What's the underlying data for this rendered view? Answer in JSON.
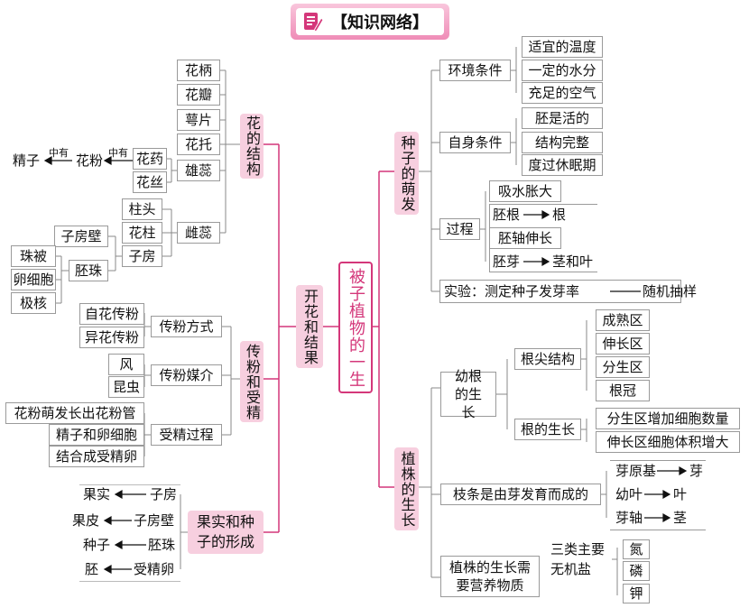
{
  "header": {
    "title": "【知识网络】"
  },
  "center": "被子植物的一生",
  "left": {
    "main_branch": "开花和结果",
    "flower_structure": {
      "label": "花的结构",
      "parts": [
        "花柄",
        "花瓣",
        "萼片",
        "花托",
        "雄蕊",
        "雌蕊"
      ],
      "stamen_parts": [
        "花药",
        "花丝"
      ],
      "pollen_chain": {
        "sperm": "精子",
        "pollen": "花粉",
        "has1": "中有",
        "has2": "中有"
      },
      "pistil_parts": [
        "柱头",
        "花柱",
        "子房"
      ],
      "ovary_parts": [
        "子房壁",
        "胚珠"
      ],
      "ovule_parts": [
        "珠被",
        "卵细胞",
        "极核"
      ]
    },
    "pollination": {
      "label": "传粉和受精",
      "methods_label": "传粉方式",
      "methods": [
        "自花传粉",
        "异花传粉"
      ],
      "media_label": "传粉媒介",
      "media": [
        "风",
        "昆虫"
      ],
      "fertilization_label": "受精过程",
      "fertilization_steps": [
        "花粉萌发长出花粉管",
        "精子和卵细胞",
        "结合成受精卵"
      ]
    },
    "fruit_seed": {
      "label": "果实和种子的形成",
      "mapping": [
        {
          "result": "果实",
          "source": "子房"
        },
        {
          "result": "果皮",
          "source": "子房壁"
        },
        {
          "result": "种子",
          "source": "胚珠"
        },
        {
          "result": "胚",
          "source": "受精卵"
        }
      ]
    }
  },
  "right": {
    "germination": {
      "label": "种子的萌发",
      "env_label": "环境条件",
      "env": [
        "适宜的温度",
        "一定的水分",
        "充足的空气"
      ],
      "self_label": "自身条件",
      "self": [
        "胚是活的",
        "结构完整",
        "度过休眠期"
      ],
      "process_label": "过程",
      "process": [
        "吸水胀大",
        "胚轴伸长"
      ],
      "process_arrows": [
        {
          "from": "胚根",
          "to": "根"
        },
        {
          "from": "胚芽",
          "to": "茎和叶"
        }
      ],
      "experiment": {
        "text": "实验：测定种子发芽率",
        "method": "随机抽样"
      }
    },
    "growth": {
      "label": "植株的生长",
      "root_label": "幼根的生长",
      "root_tip_label": "根尖结构",
      "root_tip": [
        "成熟区",
        "伸长区",
        "分生区",
        "根冠"
      ],
      "root_growth_label": "根的生长",
      "root_growth": [
        "分生区增加细胞数量",
        "伸长区细胞体积增大"
      ],
      "branch_label": "枝条是由芽发育而成的",
      "branch_map": [
        {
          "from": "芽原基",
          "to": "芽"
        },
        {
          "from": "幼叶",
          "to": "叶"
        },
        {
          "from": "芽轴",
          "to": "茎"
        }
      ],
      "nutrition_label": "植株的生长需要营养物质",
      "minerals_label": "三类主要无机盐",
      "minerals": [
        "氮",
        "磷",
        "钾"
      ]
    }
  }
}
